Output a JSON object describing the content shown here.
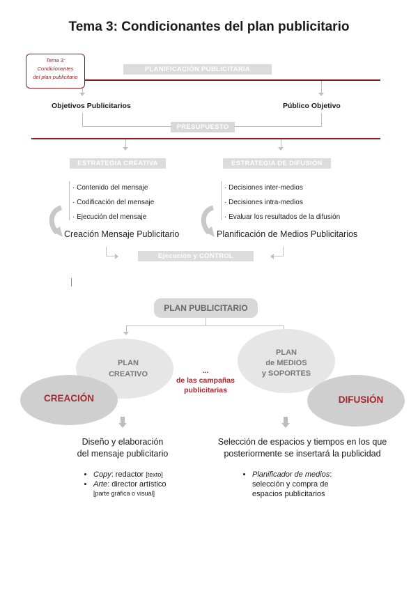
{
  "title": "Tema 3: Condicionantes del plan publicitario",
  "top_diagram": {
    "tag_lines": [
      "Tema 3:",
      "Condicionantes",
      "del plan publicitario"
    ],
    "planificacion": "PLANIFICACIÓN PUBLICITARIA",
    "objetivos": "Objetivos Publicitarios",
    "publico": "Público Objetivo",
    "presupuesto": "PRESUPUESTO",
    "estrategia_creativa": "ESTRATEGIA CREATIVA",
    "estrategia_difusion": "ESTRATEGIA de DIFUSIÓN",
    "creativa_items": [
      "· Contenido del mensaje",
      "· Codificación del mensaje",
      "· Ejecución del mensaje"
    ],
    "difusion_items": [
      "· Decisiones inter-medios",
      "· Decisiones intra-medios",
      "· Evaluar los resultados de la difusión"
    ],
    "creacion_mensaje": "Creación Mensaje Publicitario",
    "planificacion_medios": "Planificación de Medios Publicitarios",
    "ejecucion": "Ejecución y CONTROL"
  },
  "bottom_diagram": {
    "plan_publicitario": "PLAN PUBLICITARIO",
    "plan_creativo": [
      "PLAN",
      "CREATIVO"
    ],
    "plan_medios": [
      "PLAN",
      "de MEDIOS",
      "y SOPORTES"
    ],
    "creacion": "CREACIÓN",
    "difusion": "DIFUSIÓN",
    "campanas": [
      "...",
      "de las campañas",
      "publicitarias"
    ],
    "left_heading": [
      "Diseño y elaboración",
      "del mensaje publicitario"
    ],
    "right_heading": [
      "Selección de espacios y tiempos en los que",
      "posteriormente se insertará la publicidad"
    ],
    "left_bullets": [
      {
        "term": "Copy",
        "rest": ": redactor ",
        "note": "[texto]"
      },
      {
        "term": "Arte",
        "rest": ": director artístico",
        "note": ""
      }
    ],
    "left_subnote": "[parte gráfica o visual]",
    "right_bullet": {
      "term": "Planificador de medios",
      "rest": ":",
      "lines": [
        "selección y compra de",
        "espacios publicitarios"
      ]
    }
  },
  "colors": {
    "accent": "#8b1a1f",
    "bar": "#dcdcdc",
    "red_text": "#a5262d"
  }
}
